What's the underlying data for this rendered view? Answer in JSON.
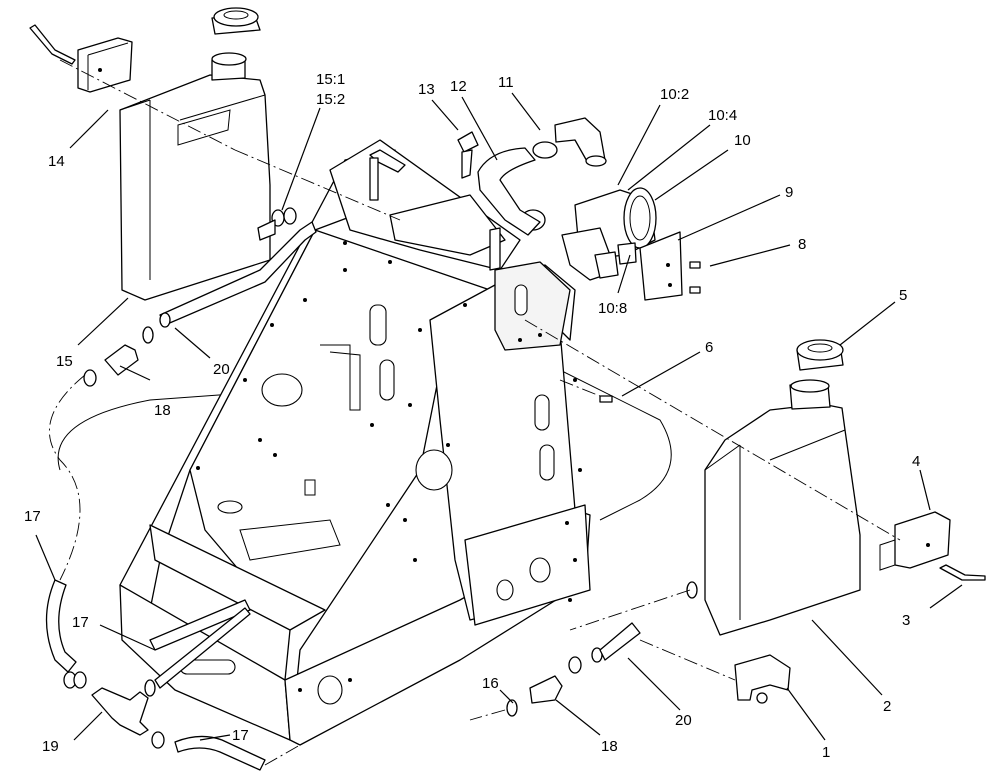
{
  "callouts": [
    {
      "id": "c1",
      "text": "1"
    },
    {
      "id": "c2",
      "text": "2"
    },
    {
      "id": "c3",
      "text": "3"
    },
    {
      "id": "c4",
      "text": "4"
    },
    {
      "id": "c5",
      "text": "5"
    },
    {
      "id": "c6",
      "text": "6"
    },
    {
      "id": "c8",
      "text": "8"
    },
    {
      "id": "c9",
      "text": "9"
    },
    {
      "id": "c10",
      "text": "10"
    },
    {
      "id": "c10-2",
      "text": "10:2"
    },
    {
      "id": "c10-4",
      "text": "10:4"
    },
    {
      "id": "c10-8",
      "text": "10:8"
    },
    {
      "id": "c11",
      "text": "11"
    },
    {
      "id": "c12",
      "text": "12"
    },
    {
      "id": "c13",
      "text": "13"
    },
    {
      "id": "c14",
      "text": "14"
    },
    {
      "id": "c15",
      "text": "15"
    },
    {
      "id": "c15-1",
      "text": "15:1"
    },
    {
      "id": "c15-2",
      "text": "15:2"
    },
    {
      "id": "c16",
      "text": "16"
    },
    {
      "id": "c17a",
      "text": "17"
    },
    {
      "id": "c17b",
      "text": "17"
    },
    {
      "id": "c17c",
      "text": "17"
    },
    {
      "id": "c18a",
      "text": "18"
    },
    {
      "id": "c18b",
      "text": "18"
    },
    {
      "id": "c19",
      "text": "19"
    },
    {
      "id": "c20a",
      "text": "20"
    },
    {
      "id": "c20b",
      "text": "20"
    }
  ]
}
